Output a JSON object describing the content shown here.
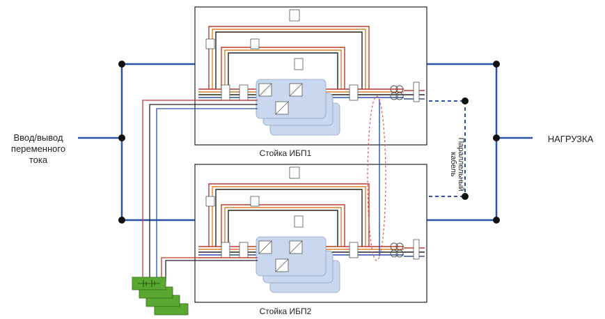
{
  "labels": {
    "input_line1": "Ввод/вывод",
    "input_line2": "переменного",
    "input_line3": "тока",
    "load": "НАГРУЗКА",
    "rack1": "Стойка ИБП1",
    "rack2": "Стойка ИБП2",
    "parallel_cable_line1": "Параллельный",
    "parallel_cable_line2": "кабель"
  },
  "colors": {
    "bus_blue": "#2a52a8",
    "wire_red": "#c0392b",
    "wire_orange": "#d9822b",
    "wire_black": "#222222",
    "module_fill": "#c9d8ee",
    "battery_green": "#5aa832",
    "parallel_dashed": "#2a52a8",
    "sync_oval": "#d9534f"
  },
  "icons": [
    "junction-dot-icon",
    "battery-icon",
    "transformer-icon",
    "breaker-icon"
  ]
}
